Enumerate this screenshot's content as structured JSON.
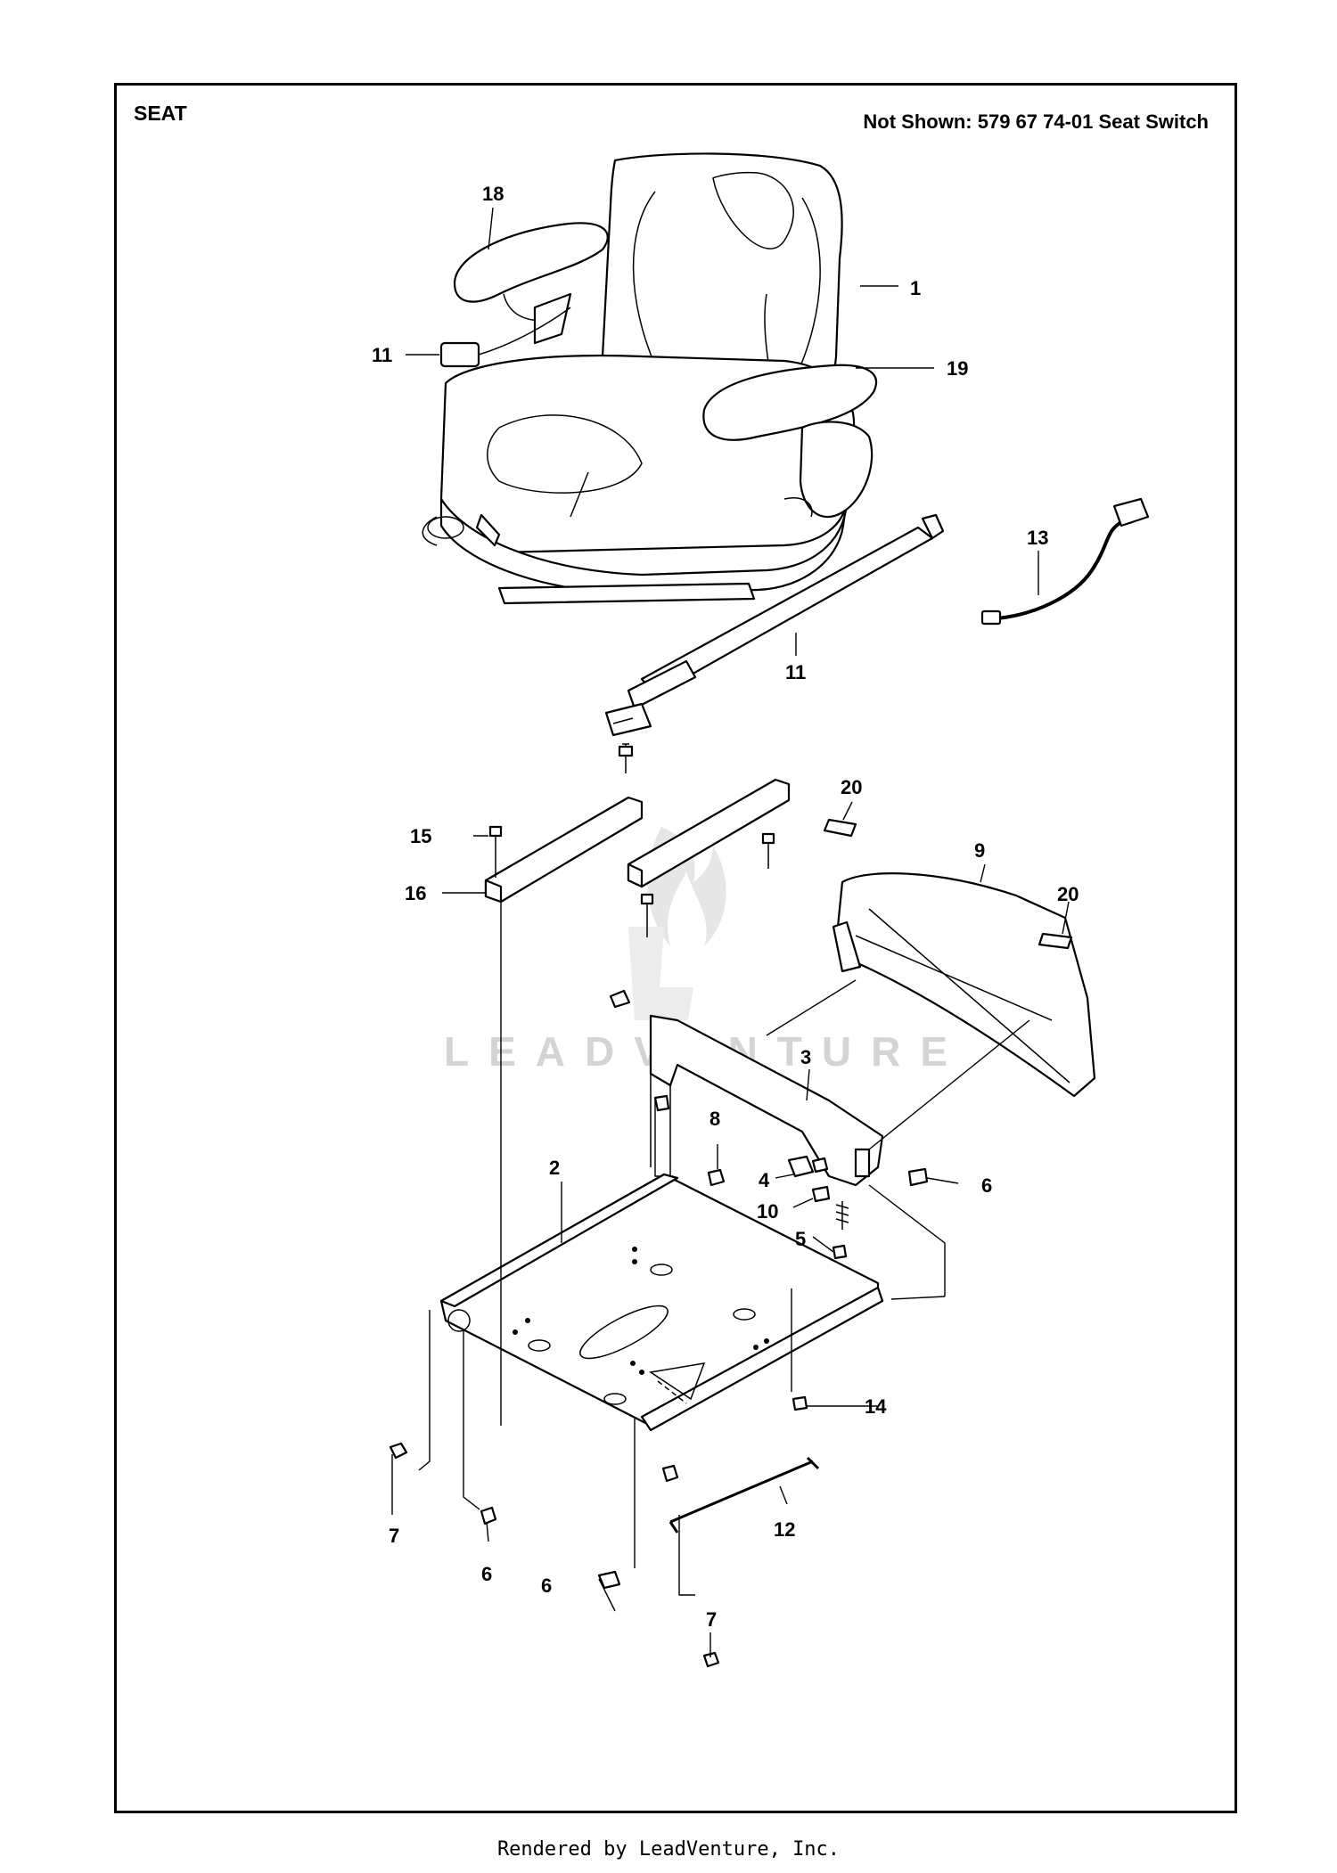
{
  "header": {
    "title": "SEAT",
    "note": "Not Shown: 579 67 74-01 Seat Switch"
  },
  "watermark": "LEADVENTURE",
  "footer": "Rendered by LeadVenture, Inc.",
  "callouts": {
    "c1": "1",
    "c2": "2",
    "c3": "3",
    "c4": "4",
    "c5": "5",
    "c6a": "6",
    "c6b": "6",
    "c6c": "6",
    "c7a": "7",
    "c7b": "7",
    "c8": "8",
    "c9": "9",
    "c10": "10",
    "c11a": "11",
    "c11b": "11",
    "c12": "12",
    "c13": "13",
    "c14": "14",
    "c15": "15",
    "c16": "16",
    "c18": "18",
    "c19": "19",
    "c20a": "20",
    "c20b": "20"
  }
}
